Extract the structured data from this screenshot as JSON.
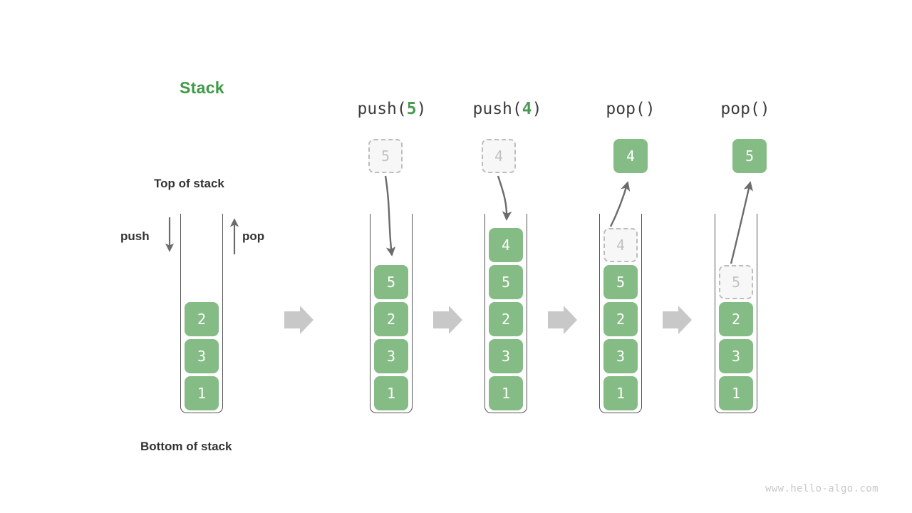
{
  "title": "Stack",
  "labels": {
    "top_of_stack": "Top of stack",
    "bottom_of_stack": "Bottom of stack",
    "push": "push",
    "pop": "pop"
  },
  "colors": {
    "element_green": "#85bc85",
    "title_green": "#3f9a47",
    "accent_green": "#4a9a52",
    "ghost_fill": "#f7f7f7",
    "ghost_border": "#bdbdbd",
    "ghost_text": "#c2c2c2",
    "container_stroke": "#555555",
    "flow_arrow_gray": "#c8c8c8",
    "motion_arrow_gray": "#6b6b6b",
    "label_dark": "#333333",
    "watermark_gray": "#c9c9c9"
  },
  "stages": [
    {
      "id": "initial",
      "header": null,
      "header_prefix": null,
      "header_arg": null,
      "header_suffix": null,
      "elements": [
        {
          "value": "2",
          "state": "solid"
        },
        {
          "value": "3",
          "state": "solid"
        },
        {
          "value": "1",
          "state": "solid"
        }
      ],
      "floating": null
    },
    {
      "id": "push-5",
      "header": "push(5)",
      "header_prefix": "push(",
      "header_arg": "5",
      "header_suffix": ")",
      "elements": [
        {
          "value": "5",
          "state": "solid"
        },
        {
          "value": "2",
          "state": "solid"
        },
        {
          "value": "3",
          "state": "solid"
        },
        {
          "value": "1",
          "state": "solid"
        }
      ],
      "floating": {
        "value": "5",
        "state": "ghost",
        "direction": "in"
      }
    },
    {
      "id": "push-4",
      "header": "push(4)",
      "header_prefix": "push(",
      "header_arg": "4",
      "header_suffix": ")",
      "elements": [
        {
          "value": "4",
          "state": "solid"
        },
        {
          "value": "5",
          "state": "solid"
        },
        {
          "value": "2",
          "state": "solid"
        },
        {
          "value": "3",
          "state": "solid"
        },
        {
          "value": "1",
          "state": "solid"
        }
      ],
      "floating": {
        "value": "4",
        "state": "ghost",
        "direction": "in"
      }
    },
    {
      "id": "pop-4",
      "header": "pop()",
      "header_prefix": "pop()",
      "header_arg": "",
      "header_suffix": "",
      "elements": [
        {
          "value": "4",
          "state": "ghost"
        },
        {
          "value": "5",
          "state": "solid"
        },
        {
          "value": "2",
          "state": "solid"
        },
        {
          "value": "3",
          "state": "solid"
        },
        {
          "value": "1",
          "state": "solid"
        }
      ],
      "floating": {
        "value": "4",
        "state": "solid",
        "direction": "out"
      }
    },
    {
      "id": "pop-5",
      "header": "pop()",
      "header_prefix": "pop()",
      "header_arg": "",
      "header_suffix": "",
      "elements": [
        {
          "value": "5",
          "state": "ghost"
        },
        {
          "value": "2",
          "state": "solid"
        },
        {
          "value": "3",
          "state": "solid"
        },
        {
          "value": "1",
          "state": "solid"
        }
      ],
      "floating": {
        "value": "5",
        "state": "solid",
        "direction": "out"
      }
    }
  ],
  "flow_arrow_count": 4,
  "watermark": "www.hello-algo.com"
}
